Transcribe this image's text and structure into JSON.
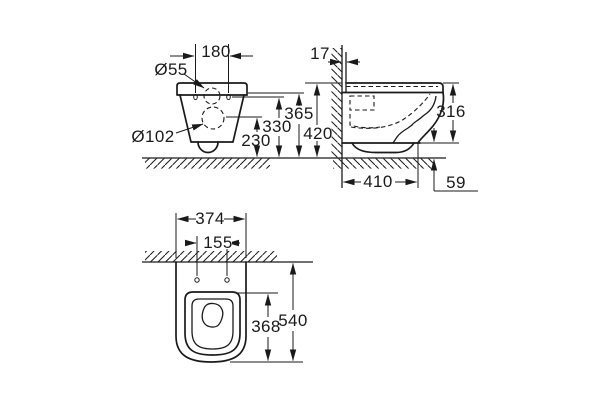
{
  "drawing": {
    "line_color": "#1a1a1a",
    "background": "#ffffff",
    "front_view": {
      "width_top": "180",
      "small_diameter": "Ø55",
      "large_diameter": "Ø102",
      "rim_height": "365",
      "holes_height": "330",
      "outlet_height": "230"
    },
    "side_view": {
      "wall_offset": "17",
      "total_height": "420",
      "body_height": "316",
      "depth": "410",
      "bottom_clearance": "59"
    },
    "plan_view": {
      "width": "374",
      "hole_spacing": "155",
      "total_depth": "540",
      "seat_depth": "368"
    }
  }
}
